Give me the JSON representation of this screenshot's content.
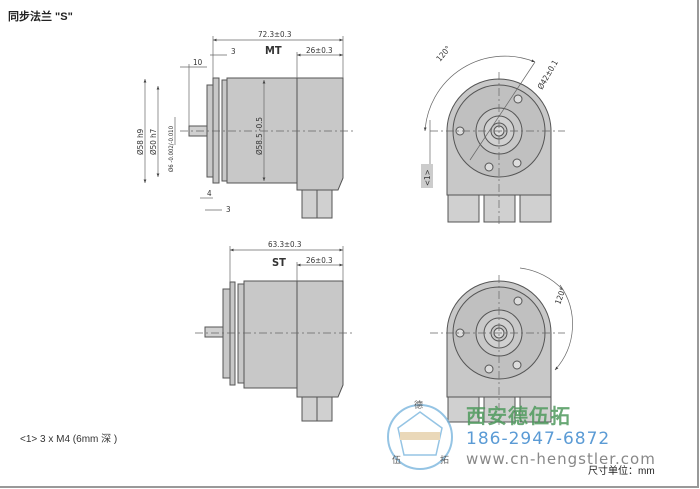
{
  "title": "同步法兰 \"S\"",
  "note": "<1> 3 x M4 (6mm 深 )",
  "unit_label": "尺寸单位：mm",
  "watermark": {
    "company": "西安德伍拓",
    "phone": "186-2947-6872",
    "website": "www.cn-hengstler.com",
    "logo_chars": [
      "德",
      "伍",
      "拓"
    ]
  },
  "mt_view": {
    "label": "MT",
    "total_length": "72.3±0.3",
    "rear_length": "26±0.3",
    "flange_offset": "3",
    "shaft_length": "10",
    "dia_flange": "Ø58 h9",
    "dia_spigot": "Ø50 h7",
    "dia_shaft": "Ø6 -0.002/-0.010",
    "dia_body": "Ø58.5 -0.5",
    "dim_4": "4",
    "dim_3": "3",
    "angle": "120°",
    "dia_bolt_circle": "Ø42±0.1",
    "hole_callout": "<1>"
  },
  "st_view": {
    "label": "ST",
    "total_length": "63.3±0.3",
    "rear_length": "26±0.3",
    "angle": "120°"
  },
  "colors": {
    "body": "#c8c8c8",
    "line": "#555555",
    "watermark_green": "#4f9a5e",
    "watermark_blue": "#5b9bd5"
  }
}
